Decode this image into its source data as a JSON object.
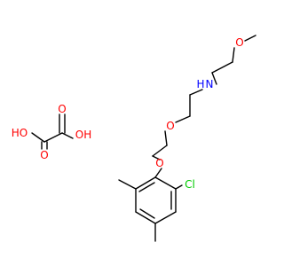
{
  "structure": {
    "atoms": {
      "o_methoxy": {
        "text": "O",
        "color": "#ff0000"
      },
      "n_amine": {
        "text": "N",
        "color": "#0000ff"
      },
      "h_amine": {
        "text": "H",
        "color": "#0000ff"
      },
      "o_ether_upper": {
        "text": "O",
        "color": "#ff0000"
      },
      "o_ether_lower": {
        "text": "O",
        "color": "#ff0000"
      },
      "cl": {
        "text": "Cl",
        "color": "#00cc00"
      },
      "ho_left": {
        "text": "HO",
        "color": "#ff0000"
      },
      "oh_right": {
        "text": "OH",
        "color": "#ff0000"
      },
      "o_carbonyl_top": {
        "text": "O",
        "color": "#ff0000"
      },
      "o_carbonyl_bottom": {
        "text": "O",
        "color": "#ff0000"
      }
    },
    "bond_color": "#000000",
    "background": "#ffffff"
  }
}
